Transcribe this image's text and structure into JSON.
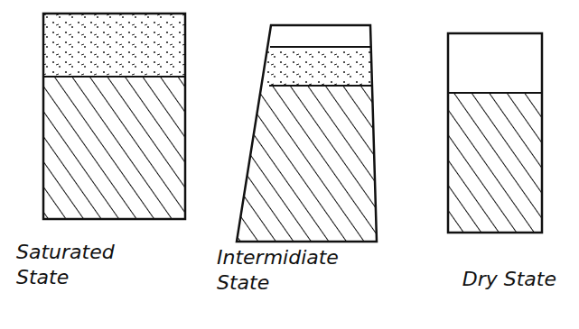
{
  "diagram": {
    "labels": [
      "Saturated State",
      "Intermidiate State",
      "Dry State"
    ]
  }
}
